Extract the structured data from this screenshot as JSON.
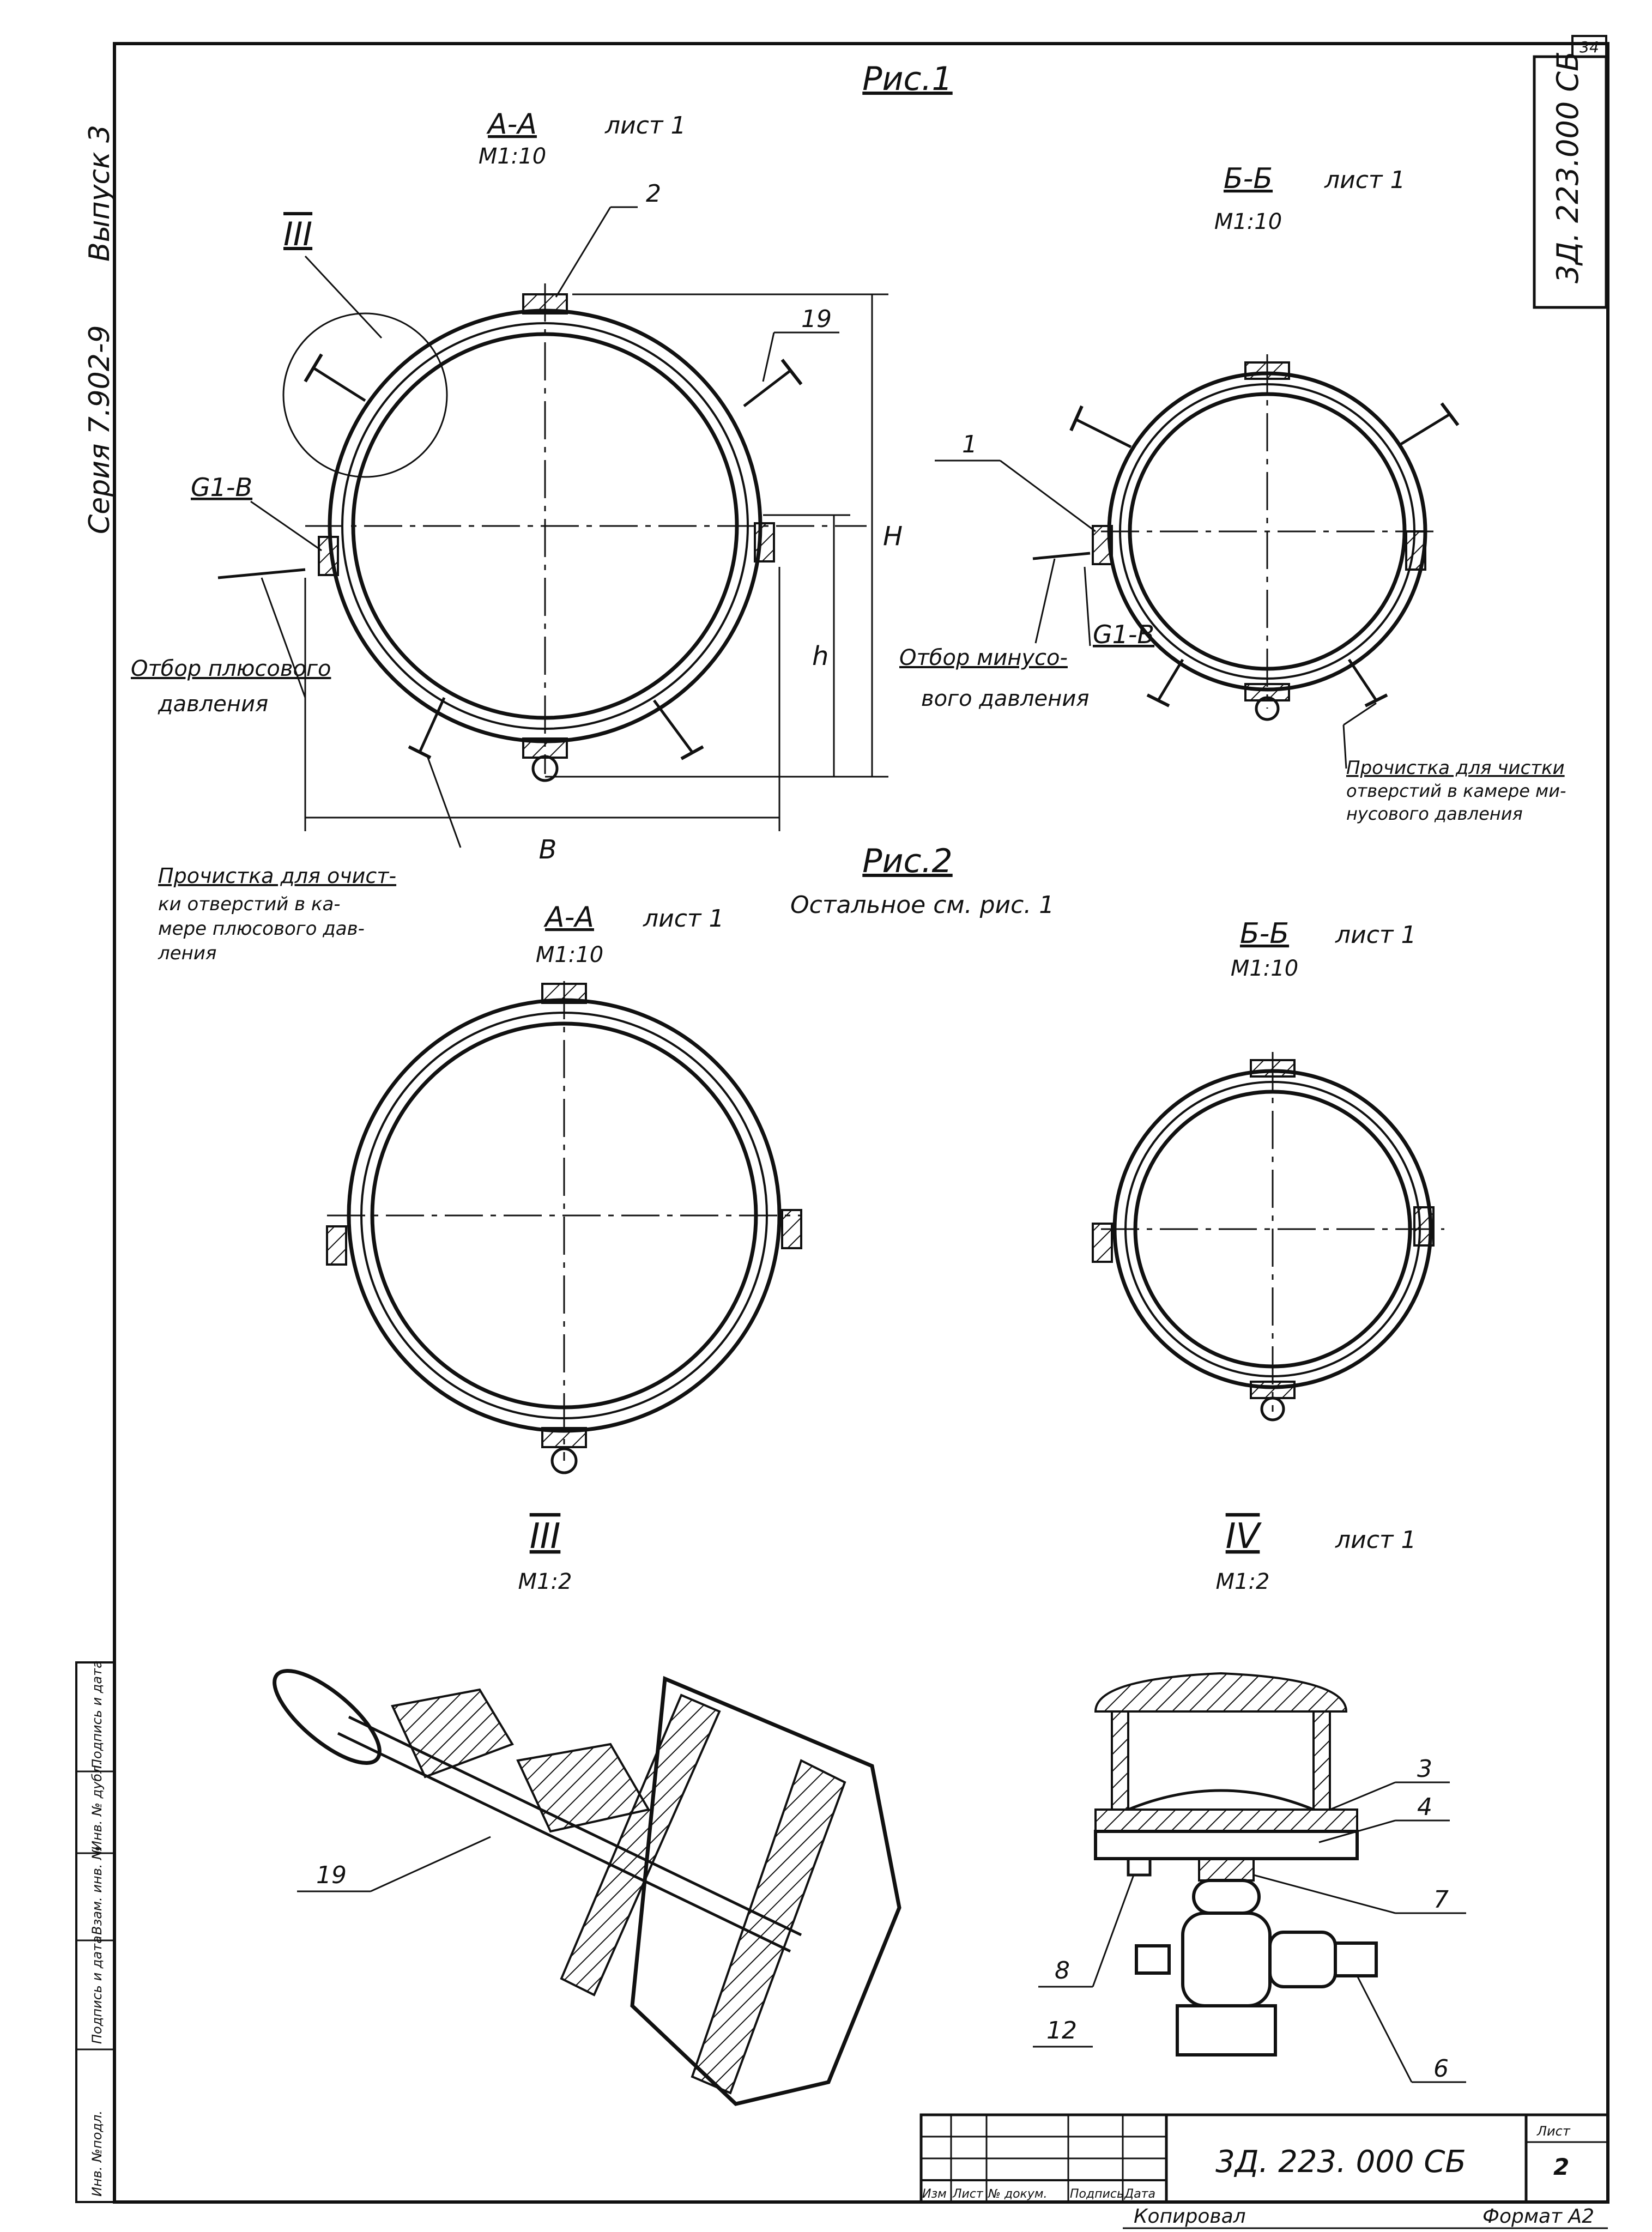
{
  "sheet": {
    "page_number": "34",
    "series": "Серия 7.902-9",
    "issue": "Выпуск 3",
    "doc_code_side": "3Д. 223.000 СБ",
    "doc_code_titleblock": "3Д. 223. 000 СБ",
    "sheet_label": "Лист",
    "sheet_number": "2",
    "copied_by": "Копировал",
    "format": "Формат А2",
    "revision_headers": [
      "Изм",
      "Лист",
      "№ докум.",
      "Подпись",
      "Дата"
    ],
    "left_strip_labels": [
      "Инв. №подл.",
      "Подпись и дата",
      "Взам. инв. №",
      "Инв. № дубл.",
      "Подпись и дата"
    ]
  },
  "fig1": {
    "title": "Рис.1",
    "view_aa_title": "А-А",
    "view_aa_sheet": "лист 1",
    "view_aa_scale": "М1:10",
    "view_bb_title": "Б-Б",
    "view_bb_sheet": "лист 1",
    "view_bb_scale": "М1:10",
    "detail_callout": "III",
    "item_2": "2",
    "item_19": "19",
    "item_1": "1",
    "valve_left": "G1-B",
    "valve_right": "G1-B",
    "dim_H": "H",
    "dim_h": "h",
    "dim_B": "B",
    "plus_tap_line1": "Отбор плюсового",
    "plus_tap_line2": "давления",
    "minus_tap_line1": "Отбор минусо-",
    "minus_tap_line2": "вого давления",
    "plus_cleaner_lines": [
      "Прочистка для очист-",
      "ки отверстий в ка-",
      "мере плюсового дав-",
      "ления"
    ],
    "minus_cleaner_lines": [
      "Прочистка для чистки",
      "отверстий в камере ми-",
      "нусового давления"
    ]
  },
  "fig2": {
    "title": "Рис.2",
    "note": "Остальное  см. рис. 1",
    "view_aa_title": "А-А",
    "view_aa_sheet": "лист 1",
    "view_aa_scale": "М1:10",
    "view_bb_title": "Б-Б",
    "view_bb_sheet": "лист 1",
    "view_bb_scale": "М1:10"
  },
  "detail3": {
    "title": "III",
    "scale": "М1:2",
    "item_19": "19"
  },
  "detail4": {
    "title": "IV",
    "sheet": "лист 1",
    "scale": "М1:2",
    "items": [
      "3",
      "4",
      "7",
      "8",
      "12",
      "6"
    ]
  }
}
